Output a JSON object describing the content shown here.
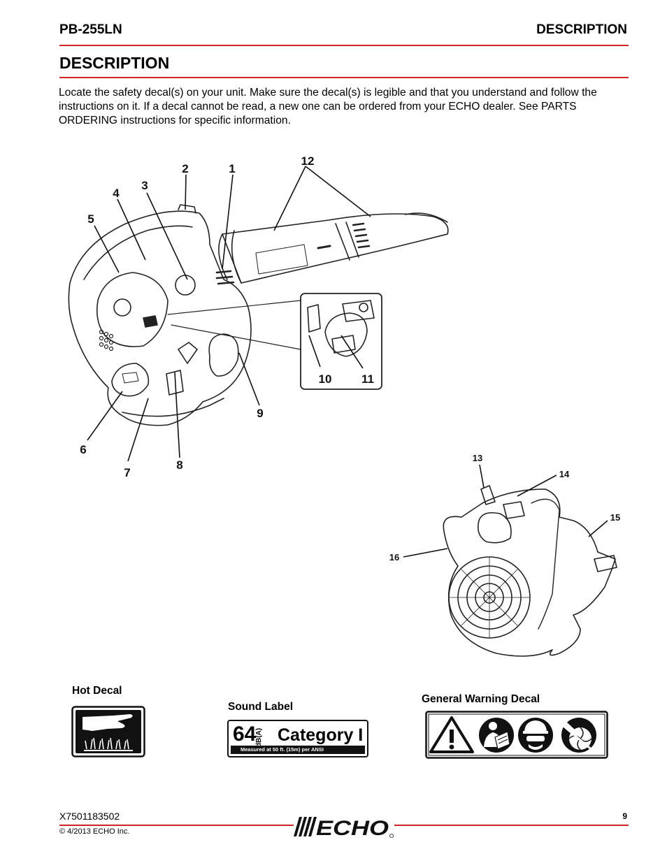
{
  "header": {
    "model": "PB-255LN",
    "section": "DESCRIPTION"
  },
  "page_title": "DESCRIPTION",
  "intro_text": "Locate the safety decal(s) on your unit. Make sure the decal(s) is legible and that you understand and follow the instructions on it. If a decal cannot be read, a new one can be ordered from your ECHO dealer. See PARTS ORDERING instructions for specific information.",
  "callouts": [
    "1",
    "2",
    "3",
    "4",
    "5",
    "6",
    "7",
    "8",
    "9",
    "10",
    "11",
    "12",
    "13",
    "14",
    "15",
    "16"
  ],
  "decals": {
    "hot_label": "Hot Decal",
    "sound_label": "Sound Label",
    "warning_label": "General Warning Decal",
    "sound_value": "64",
    "sound_unit": "dB(A)",
    "sound_category": "Category I",
    "sound_measured": "Measured at 50 ft. (15m) per ANSI"
  },
  "footer": {
    "part_number": "X7501183502",
    "copyright": "© 4/2013 ECHO Inc.",
    "page_number": "9",
    "brand": "ECHO"
  },
  "colors": {
    "accent_red": "#d2232a",
    "ink": "#000000"
  }
}
